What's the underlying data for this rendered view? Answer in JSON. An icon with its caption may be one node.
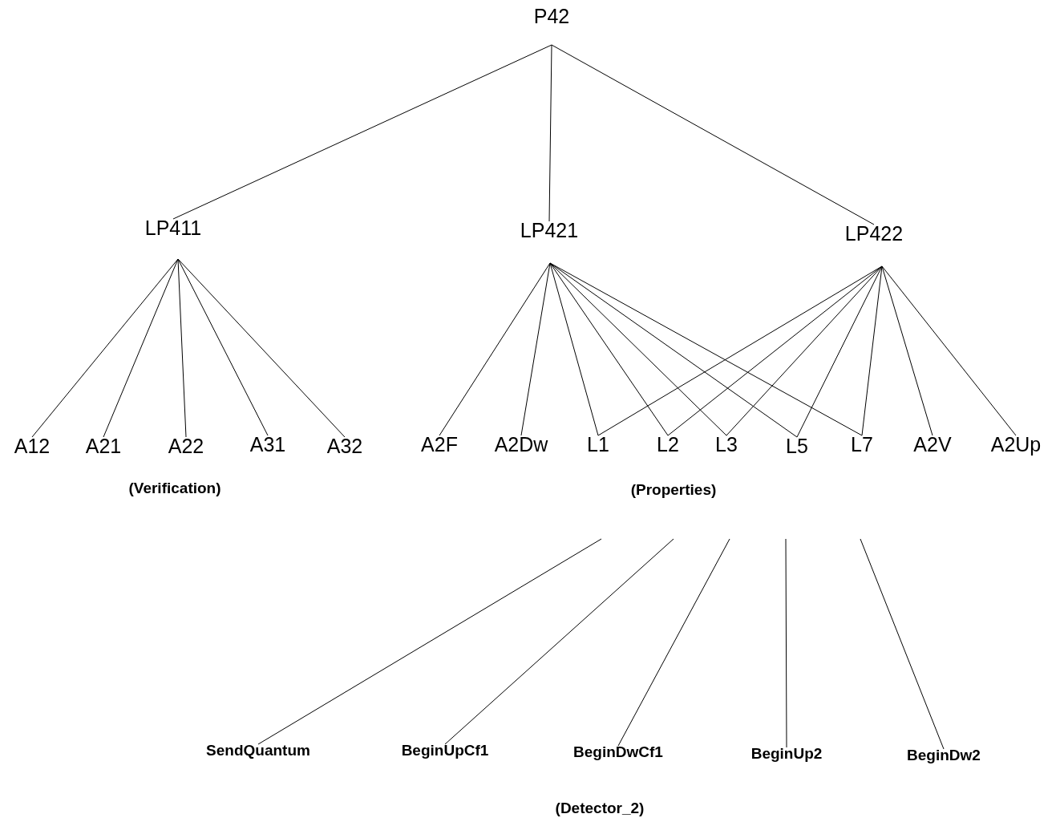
{
  "diagram": {
    "nodes": [
      {
        "text": [
          "P42"
        ]
      },
      {
        "text": [
          "LP411"
        ]
      },
      {
        "text": [
          "LP421"
        ]
      },
      {
        "text": [
          "LP422"
        ]
      },
      {
        "text": [
          "A12"
        ]
      },
      {
        "text": [
          "A21"
        ]
      },
      {
        "text": [
          "A22"
        ]
      },
      {
        "text": [
          "A31"
        ]
      },
      {
        "text": [
          "A32"
        ]
      },
      {
        "text": [
          "A2F"
        ]
      },
      {
        "text": [
          "A2Dw"
        ]
      },
      {
        "text": [
          "L1"
        ]
      },
      {
        "text": [
          "L2"
        ]
      },
      {
        "text": [
          "L3"
        ]
      },
      {
        "text": [
          "L5"
        ]
      },
      {
        "text": [
          "L7"
        ]
      },
      {
        "text": [
          "A2V"
        ]
      },
      {
        "text": [
          "A2Up"
        ]
      },
      {
        "text": [
          "SendQuantum"
        ]
      },
      {
        "text": [
          "BeginUpCf1"
        ]
      },
      {
        "text": [
          "BeginDwCf1"
        ]
      },
      {
        "text": [
          "BeginUp2"
        ]
      },
      {
        "text": [
          "BeginDw2"
        ]
      }
    ],
    "edges": [
      {
        "from": 0,
        "to": 1,
        "arrow": "none"
      },
      {
        "from": 0,
        "to": 2,
        "arrow": "none"
      },
      {
        "from": 0,
        "to": 3,
        "arrow": "none"
      },
      {
        "from": 1,
        "to": 4,
        "arrow": "none"
      },
      {
        "from": 1,
        "to": 5,
        "arrow": "none"
      },
      {
        "from": 1,
        "to": 6,
        "arrow": "none"
      },
      {
        "from": 1,
        "to": 7,
        "arrow": "none"
      },
      {
        "from": 1,
        "to": 8,
        "arrow": "none"
      },
      {
        "from": 2,
        "to": 9,
        "arrow": "none"
      },
      {
        "from": 2,
        "to": 10,
        "arrow": "none"
      },
      {
        "from": 2,
        "to": 11,
        "arrow": "none"
      },
      {
        "from": 2,
        "to": 12,
        "arrow": "none"
      },
      {
        "from": 2,
        "to": 13,
        "arrow": "none"
      },
      {
        "from": 2,
        "to": 14,
        "arrow": "none"
      },
      {
        "from": 2,
        "to": 15,
        "arrow": "none"
      },
      {
        "from": 3,
        "to": 11,
        "arrow": "none"
      },
      {
        "from": 3,
        "to": 12,
        "arrow": "none"
      },
      {
        "from": 3,
        "to": 13,
        "arrow": "none"
      },
      {
        "from": 3,
        "to": 14,
        "arrow": "none"
      },
      {
        "from": 3,
        "to": 15,
        "arrow": "none"
      },
      {
        "from": 3,
        "to": 16,
        "arrow": "none"
      },
      {
        "from": 3,
        "to": 17,
        "arrow": "none"
      },
      {
        "from": null,
        "to": 18,
        "arrow": "none"
      },
      {
        "from": null,
        "to": 19,
        "arrow": "none"
      },
      {
        "from": null,
        "to": 20,
        "arrow": "none"
      },
      {
        "from": null,
        "to": 21,
        "arrow": "none"
      },
      {
        "from": null,
        "to": 22,
        "arrow": "none"
      }
    ],
    "labels": [
      "(Verification)",
      "(Properties)",
      "(Detector_2)"
    ]
  }
}
